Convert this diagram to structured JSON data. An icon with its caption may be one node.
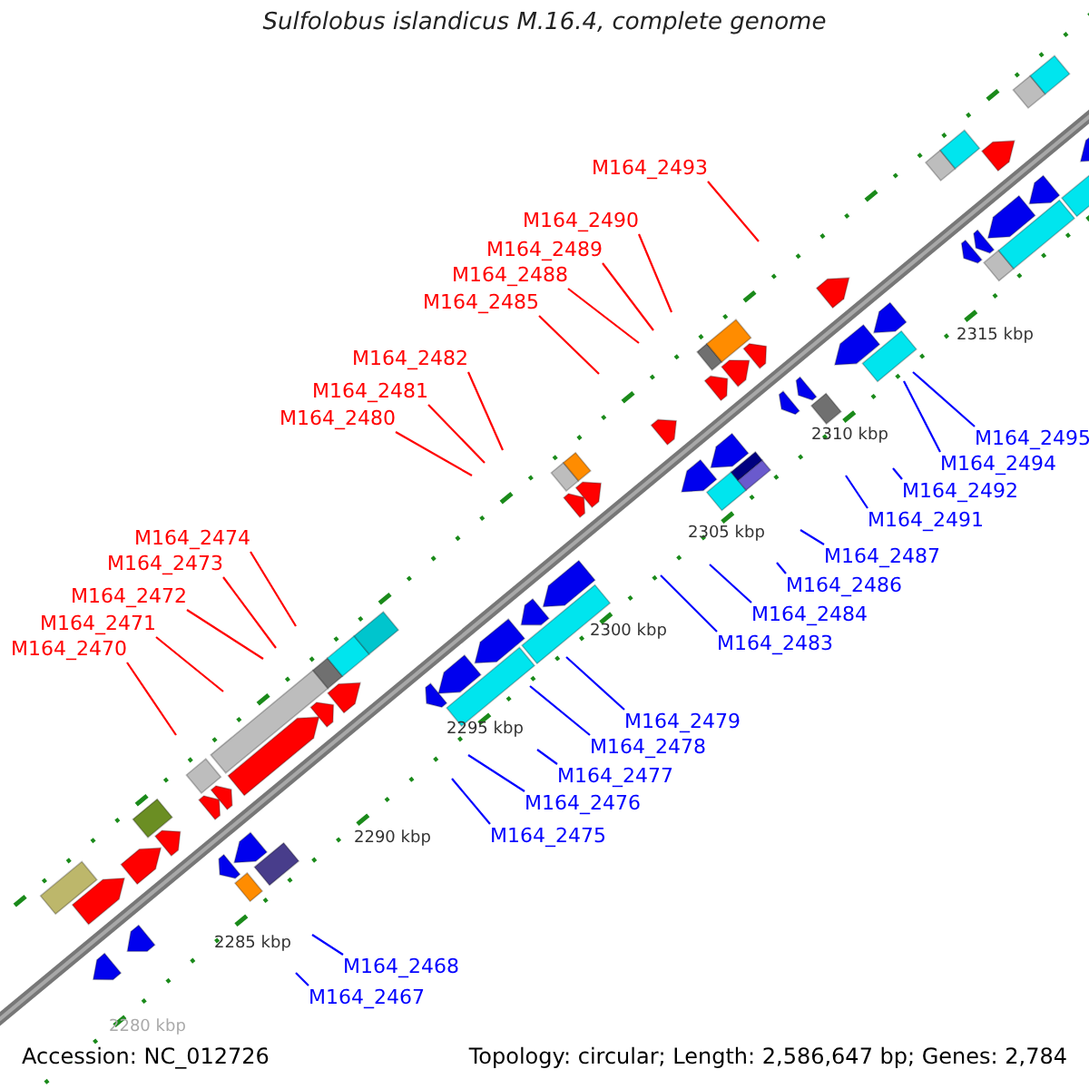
{
  "diagram": {
    "title": "Sulfolobus islandicus M.16.4, complete genome",
    "nodes": [
      {
        "text": [
          "M164_2493"
        ]
      },
      {
        "text": [
          "M164_2490"
        ]
      },
      {
        "text": [
          "M164_2489"
        ]
      },
      {
        "text": [
          "M164_2488"
        ]
      },
      {
        "text": [
          "M164_2485"
        ]
      },
      {
        "text": [
          "M164_2482"
        ]
      },
      {
        "text": [
          "M164_2481"
        ]
      },
      {
        "text": [
          "M164_2480"
        ]
      },
      {
        "text": [
          "M164_2495"
        ]
      },
      {
        "text": [
          "M164_2494"
        ]
      },
      {
        "text": [
          "M164_2492"
        ]
      },
      {
        "text": [
          "M164_2491"
        ]
      },
      {
        "text": [
          "M164_2474"
        ]
      },
      {
        "text": [
          "M164_2487"
        ]
      },
      {
        "text": [
          "M164_2473"
        ]
      },
      {
        "text": [
          "M164_2486"
        ]
      },
      {
        "text": [
          "M164_2472"
        ]
      },
      {
        "text": [
          "M164_2484"
        ]
      },
      {
        "text": [
          "M164_2471"
        ]
      },
      {
        "text": [
          "M164_2483"
        ]
      },
      {
        "text": [
          "M164_2470"
        ]
      },
      {
        "text": [
          "M164_2479"
        ]
      },
      {
        "text": [
          "M164_2478"
        ]
      },
      {
        "text": [
          "M164_2477"
        ]
      },
      {
        "text": [
          "M164_2476"
        ]
      },
      {
        "text": [
          "M164_2475"
        ]
      },
      {
        "text": [
          "M164_2468"
        ]
      },
      {
        "text": [
          "M164_2467"
        ]
      }
    ],
    "edges": [
      {
        "from": 0,
        "to": null,
        "arrow": "none",
        "color": "#ff0000"
      },
      {
        "from": 1,
        "to": null,
        "arrow": "none",
        "color": "#ff0000"
      },
      {
        "from": 2,
        "to": null,
        "arrow": "none",
        "color": "#ff0000"
      },
      {
        "from": 3,
        "to": null,
        "arrow": "none",
        "color": "#ff0000"
      },
      {
        "from": 4,
        "to": null,
        "arrow": "none",
        "color": "#ff0000"
      },
      {
        "from": 5,
        "to": null,
        "arrow": "none",
        "color": "#ff0000"
      },
      {
        "from": 6,
        "to": null,
        "arrow": "none",
        "color": "#ff0000"
      },
      {
        "from": 7,
        "to": null,
        "arrow": "none",
        "color": "#ff0000"
      },
      {
        "from": 8,
        "to": null,
        "arrow": "none"
      },
      {
        "from": 9,
        "to": null,
        "arrow": "none"
      },
      {
        "from": 10,
        "to": null,
        "arrow": "none"
      },
      {
        "from": 11,
        "to": null,
        "arrow": "none"
      },
      {
        "from": 12,
        "to": null,
        "arrow": "none",
        "color": "#ff0000"
      },
      {
        "from": 13,
        "to": null,
        "arrow": "none"
      },
      {
        "from": 14,
        "to": null,
        "arrow": "none",
        "color": "#ff0000"
      },
      {
        "from": 15,
        "to": null,
        "arrow": "none"
      },
      {
        "from": 16,
        "to": null,
        "arrow": "none",
        "color": "#ff0000"
      },
      {
        "from": 17,
        "to": null,
        "arrow": "none"
      },
      {
        "from": 18,
        "to": null,
        "arrow": "none",
        "color": "#ff0000"
      },
      {
        "from": 19,
        "to": null,
        "arrow": "none"
      },
      {
        "from": 20,
        "to": null,
        "arrow": "none",
        "color": "#ff0000"
      },
      {
        "from": 21,
        "to": null,
        "arrow": "none"
      },
      {
        "from": 22,
        "to": null,
        "arrow": "none"
      },
      {
        "from": 23,
        "to": null,
        "arrow": "none"
      },
      {
        "from": 24,
        "to": null,
        "arrow": "none"
      },
      {
        "from": 25,
        "to": null,
        "arrow": "none"
      },
      {
        "from": 26,
        "to": null,
        "arrow": "none"
      },
      {
        "from": 27,
        "to": null,
        "arrow": "none"
      }
    ],
    "labels": [
      "2315 kbp",
      "2310 kbp",
      "2305 kbp",
      "2300 kbp",
      "2295 kbp",
      "2290 kbp",
      "2285 kbp",
      "2280 kbp",
      "Accession: NC_012726",
      "Topology: circular; Length: 2,586,647 bp; Genes: 2,784"
    ]
  }
}
